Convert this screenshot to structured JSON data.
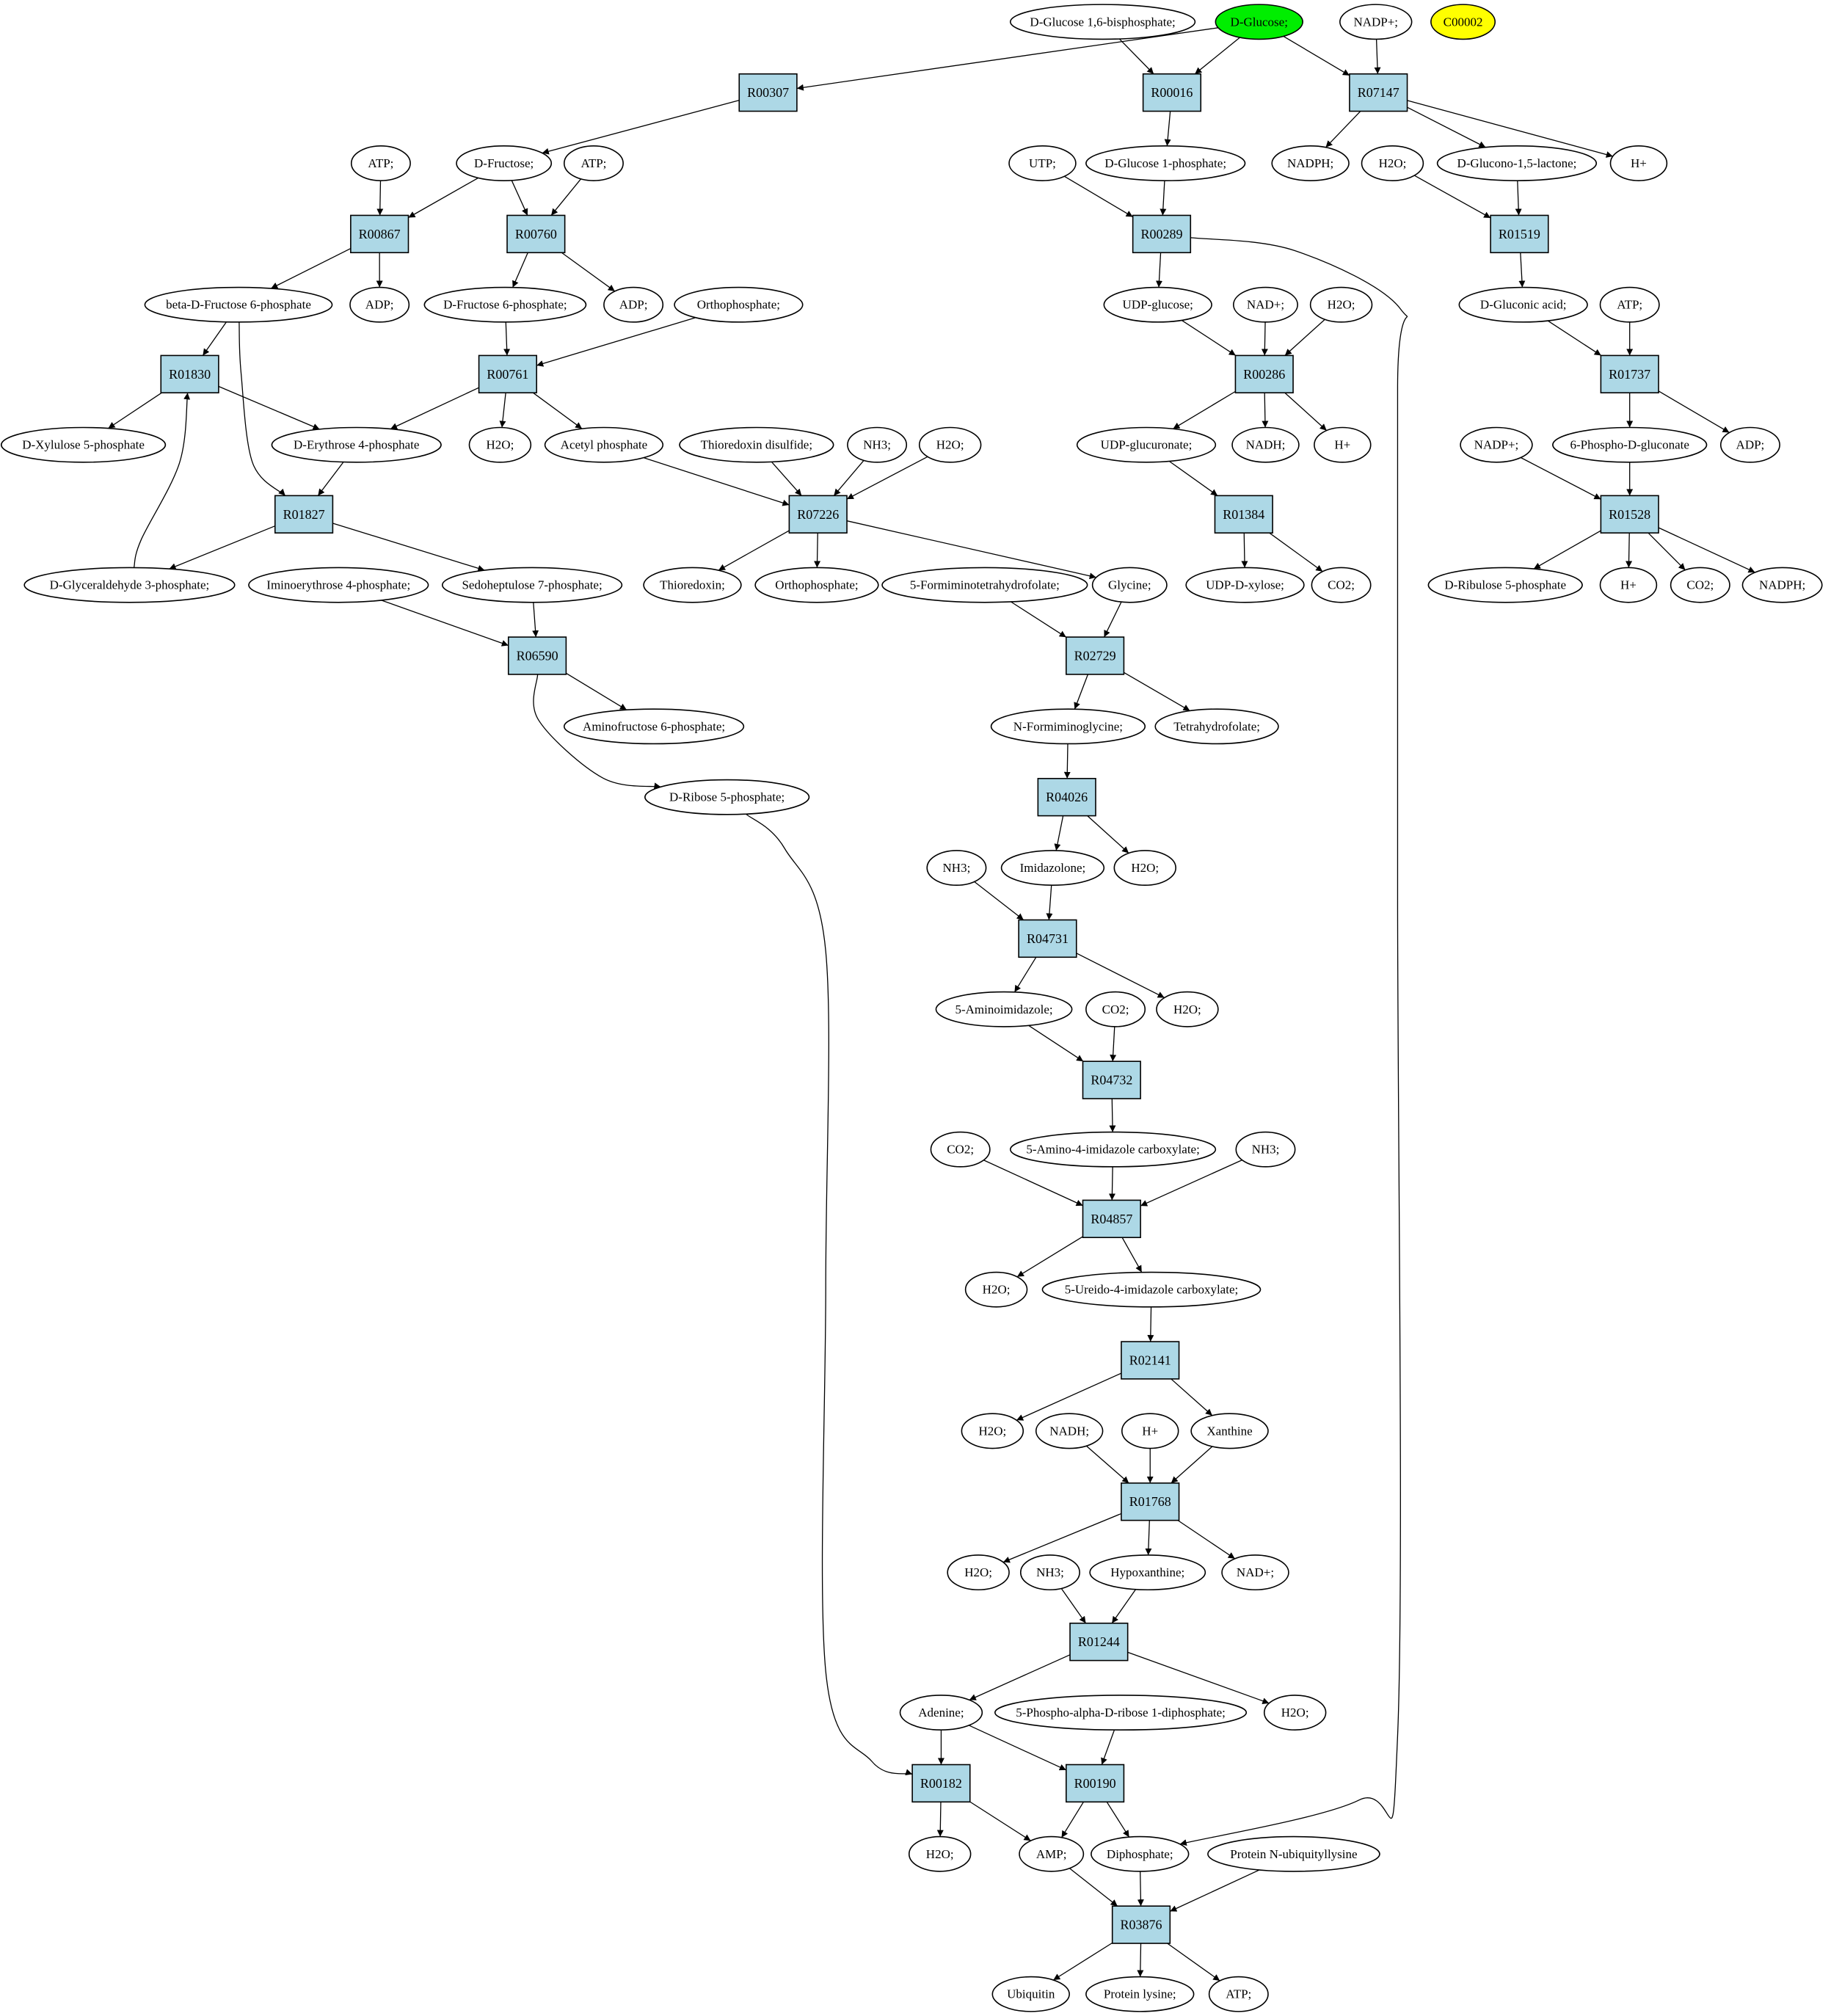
{
  "colors": {
    "reaction_fill": "#add8e6",
    "compound_fill": "#ffffff",
    "start_fill": "#00ee00",
    "highlight_fill": "#ffff00",
    "stroke": "#000000"
  },
  "nodes": [
    {
      "id": "glc16bp",
      "label": "D-Glucose 1,6-bisphosphate;",
      "type": "compound"
    },
    {
      "id": "glc",
      "label": "D-Glucose;",
      "type": "compound",
      "fill": "start_fill"
    },
    {
      "id": "nadp_top",
      "label": "NADP+;",
      "type": "compound"
    },
    {
      "id": "c00002",
      "label": "C00002",
      "type": "compound",
      "fill": "highlight_fill"
    },
    {
      "id": "R00307",
      "label": "R00307",
      "type": "reaction"
    },
    {
      "id": "R00016",
      "label": "R00016",
      "type": "reaction"
    },
    {
      "id": "R07147",
      "label": "R07147",
      "type": "reaction"
    },
    {
      "id": "atp1",
      "label": "ATP;",
      "type": "compound"
    },
    {
      "id": "fru",
      "label": "D-Fructose;",
      "type": "compound"
    },
    {
      "id": "atp2",
      "label": "ATP;",
      "type": "compound"
    },
    {
      "id": "utp",
      "label": "UTP;",
      "type": "compound"
    },
    {
      "id": "g1p",
      "label": "D-Glucose 1-phosphate;",
      "type": "compound"
    },
    {
      "id": "nadph1",
      "label": "NADPH;",
      "type": "compound"
    },
    {
      "id": "h2o_a",
      "label": "H2O;",
      "type": "compound"
    },
    {
      "id": "glcl",
      "label": "D-Glucono-1,5-lactone;",
      "type": "compound"
    },
    {
      "id": "hplus1",
      "label": "H+",
      "type": "compound"
    },
    {
      "id": "R00867",
      "label": "R00867",
      "type": "reaction"
    },
    {
      "id": "R00760",
      "label": "R00760",
      "type": "reaction"
    },
    {
      "id": "R00289",
      "label": "R00289",
      "type": "reaction"
    },
    {
      "id": "R01519",
      "label": "R01519",
      "type": "reaction"
    },
    {
      "id": "bf6p",
      "label": "beta-D-Fructose 6-phosphate",
      "type": "compound"
    },
    {
      "id": "adp1",
      "label": "ADP;",
      "type": "compound"
    },
    {
      "id": "f6p",
      "label": "D-Fructose 6-phosphate;",
      "type": "compound"
    },
    {
      "id": "adp2",
      "label": "ADP;",
      "type": "compound"
    },
    {
      "id": "pi1",
      "label": "Orthophosphate;",
      "type": "compound"
    },
    {
      "id": "udpg",
      "label": "UDP-glucose;",
      "type": "compound"
    },
    {
      "id": "nad1",
      "label": "NAD+;",
      "type": "compound"
    },
    {
      "id": "h2o_b",
      "label": "H2O;",
      "type": "compound"
    },
    {
      "id": "gluc",
      "label": "D-Gluconic acid;",
      "type": "compound"
    },
    {
      "id": "atp3",
      "label": "ATP;",
      "type": "compound"
    },
    {
      "id": "R01830",
      "label": "R01830",
      "type": "reaction"
    },
    {
      "id": "R00761",
      "label": "R00761",
      "type": "reaction"
    },
    {
      "id": "R00286",
      "label": "R00286",
      "type": "reaction"
    },
    {
      "id": "R01737",
      "label": "R01737",
      "type": "reaction"
    },
    {
      "id": "xu5p",
      "label": "D-Xylulose 5-phosphate",
      "type": "compound"
    },
    {
      "id": "e4p",
      "label": "D-Erythrose 4-phosphate",
      "type": "compound"
    },
    {
      "id": "h2o_c",
      "label": "H2O;",
      "type": "compound"
    },
    {
      "id": "acp",
      "label": "Acetyl phosphate",
      "type": "compound"
    },
    {
      "id": "trxss",
      "label": "Thioredoxin disulfide;",
      "type": "compound"
    },
    {
      "id": "nh3_a",
      "label": "NH3;",
      "type": "compound"
    },
    {
      "id": "h2o_d",
      "label": "H2O;",
      "type": "compound"
    },
    {
      "id": "udpgluc",
      "label": "UDP-glucuronate;",
      "type": "compound"
    },
    {
      "id": "nadh1",
      "label": "NADH;",
      "type": "compound"
    },
    {
      "id": "hplus2",
      "label": "H+",
      "type": "compound"
    },
    {
      "id": "nadp2",
      "label": "NADP+;",
      "type": "compound"
    },
    {
      "id": "pg6",
      "label": "6-Phospho-D-gluconate",
      "type": "compound"
    },
    {
      "id": "adp3",
      "label": "ADP;",
      "type": "compound"
    },
    {
      "id": "R01827",
      "label": "R01827",
      "type": "reaction"
    },
    {
      "id": "R07226",
      "label": "R07226",
      "type": "reaction"
    },
    {
      "id": "R01384",
      "label": "R01384",
      "type": "reaction"
    },
    {
      "id": "R01528",
      "label": "R01528",
      "type": "reaction"
    },
    {
      "id": "gap",
      "label": "D-Glyceraldehyde 3-phosphate;",
      "type": "compound"
    },
    {
      "id": "iminoe",
      "label": "Iminoerythrose 4-phosphate;",
      "type": "compound"
    },
    {
      "id": "s7p",
      "label": "Sedoheptulose 7-phosphate;",
      "type": "compound"
    },
    {
      "id": "trx",
      "label": "Thioredoxin;",
      "type": "compound"
    },
    {
      "id": "pi2",
      "label": "Orthophosphate;",
      "type": "compound"
    },
    {
      "id": "fthf",
      "label": "5-Formiminotetrahydrofolate;",
      "type": "compound"
    },
    {
      "id": "gly",
      "label": "Glycine;",
      "type": "compound"
    },
    {
      "id": "udpxyl",
      "label": "UDP-D-xylose;",
      "type": "compound"
    },
    {
      "id": "co2_a",
      "label": "CO2;",
      "type": "compound"
    },
    {
      "id": "ru5p",
      "label": "D-Ribulose 5-phosphate",
      "type": "compound"
    },
    {
      "id": "hplus3",
      "label": "H+",
      "type": "compound"
    },
    {
      "id": "co2_b",
      "label": "CO2;",
      "type": "compound"
    },
    {
      "id": "nadph2",
      "label": "NADPH;",
      "type": "compound"
    },
    {
      "id": "R06590",
      "label": "R06590",
      "type": "reaction"
    },
    {
      "id": "R02729",
      "label": "R02729",
      "type": "reaction"
    },
    {
      "id": "af6p",
      "label": "Aminofructose 6-phosphate;",
      "type": "compound"
    },
    {
      "id": "fgly",
      "label": "N-Formiminoglycine;",
      "type": "compound"
    },
    {
      "id": "thf",
      "label": "Tetrahydrofolate;",
      "type": "compound"
    },
    {
      "id": "r5p",
      "label": "D-Ribose 5-phosphate;",
      "type": "compound"
    },
    {
      "id": "R04026",
      "label": "R04026",
      "type": "reaction"
    },
    {
      "id": "nh3_b",
      "label": "NH3;",
      "type": "compound"
    },
    {
      "id": "imid",
      "label": "Imidazolone;",
      "type": "compound"
    },
    {
      "id": "h2o_e",
      "label": "H2O;",
      "type": "compound"
    },
    {
      "id": "R04731",
      "label": "R04731",
      "type": "reaction"
    },
    {
      "id": "aimid",
      "label": "5-Aminoimidazole;",
      "type": "compound"
    },
    {
      "id": "co2_c",
      "label": "CO2;",
      "type": "compound"
    },
    {
      "id": "h2o_f",
      "label": "H2O;",
      "type": "compound"
    },
    {
      "id": "R04732",
      "label": "R04732",
      "type": "reaction"
    },
    {
      "id": "co2_d",
      "label": "CO2;",
      "type": "compound"
    },
    {
      "id": "aic",
      "label": "5-Amino-4-imidazole carboxylate;",
      "type": "compound"
    },
    {
      "id": "nh3_c",
      "label": "NH3;",
      "type": "compound"
    },
    {
      "id": "R04857",
      "label": "R04857",
      "type": "reaction"
    },
    {
      "id": "h2o_g",
      "label": "H2O;",
      "type": "compound"
    },
    {
      "id": "uic",
      "label": "5-Ureido-4-imidazole carboxylate;",
      "type": "compound"
    },
    {
      "id": "R02141",
      "label": "R02141",
      "type": "reaction"
    },
    {
      "id": "h2o_h",
      "label": "H2O;",
      "type": "compound"
    },
    {
      "id": "nadh2",
      "label": "NADH;",
      "type": "compound"
    },
    {
      "id": "hplus4",
      "label": "H+",
      "type": "compound"
    },
    {
      "id": "xan",
      "label": "Xanthine",
      "type": "compound"
    },
    {
      "id": "R01768",
      "label": "R01768",
      "type": "reaction"
    },
    {
      "id": "h2o_i",
      "label": "H2O;",
      "type": "compound"
    },
    {
      "id": "nh3_d",
      "label": "NH3;",
      "type": "compound"
    },
    {
      "id": "hyp",
      "label": "Hypoxanthine;",
      "type": "compound"
    },
    {
      "id": "nad2",
      "label": "NAD+;",
      "type": "compound"
    },
    {
      "id": "R01244",
      "label": "R01244",
      "type": "reaction"
    },
    {
      "id": "ade",
      "label": "Adenine;",
      "type": "compound"
    },
    {
      "id": "prpp",
      "label": "5-Phospho-alpha-D-ribose 1-diphosphate;",
      "type": "compound"
    },
    {
      "id": "h2o_j",
      "label": "H2O;",
      "type": "compound"
    },
    {
      "id": "R00182",
      "label": "R00182",
      "type": "reaction"
    },
    {
      "id": "R00190",
      "label": "R00190",
      "type": "reaction"
    },
    {
      "id": "h2o_k",
      "label": "H2O;",
      "type": "compound"
    },
    {
      "id": "amp",
      "label": "AMP;",
      "type": "compound"
    },
    {
      "id": "ppi",
      "label": "Diphosphate;",
      "type": "compound"
    },
    {
      "id": "pnub",
      "label": "Protein N-ubiquityllysine",
      "type": "compound"
    },
    {
      "id": "R03876",
      "label": "R03876",
      "type": "reaction"
    },
    {
      "id": "ubq",
      "label": "Ubiquitin",
      "type": "compound"
    },
    {
      "id": "plys",
      "label": "Protein lysine;",
      "type": "compound"
    },
    {
      "id": "atp4",
      "label": "ATP;",
      "type": "compound"
    }
  ],
  "edges": [
    [
      "glc",
      "R00307"
    ],
    [
      "glc16bp",
      "R00016"
    ],
    [
      "glc",
      "R00016"
    ],
    [
      "glc",
      "R07147"
    ],
    [
      "nadp_top",
      "R07147"
    ],
    [
      "R00307",
      "fru"
    ],
    [
      "R00016",
      "g1p"
    ],
    [
      "R07147",
      "nadph1"
    ],
    [
      "R07147",
      "glcl"
    ],
    [
      "R07147",
      "hplus1"
    ],
    [
      "atp1",
      "R00867"
    ],
    [
      "fru",
      "R00867"
    ],
    [
      "fru",
      "R00760"
    ],
    [
      "atp2",
      "R00760"
    ],
    [
      "utp",
      "R00289"
    ],
    [
      "g1p",
      "R00289"
    ],
    [
      "h2o_a",
      "R01519"
    ],
    [
      "glcl",
      "R01519"
    ],
    [
      "R00867",
      "bf6p"
    ],
    [
      "R00867",
      "adp1"
    ],
    [
      "R00760",
      "f6p"
    ],
    [
      "R00760",
      "adp2"
    ],
    [
      "R00289",
      "udpg"
    ],
    [
      "R00289",
      "ppi"
    ],
    [
      "R01519",
      "gluc"
    ],
    [
      "bf6p",
      "R01830"
    ],
    [
      "bf6p",
      "R01827"
    ],
    [
      "f6p",
      "R00761"
    ],
    [
      "pi1",
      "R00761"
    ],
    [
      "udpg",
      "R00286"
    ],
    [
      "nad1",
      "R00286"
    ],
    [
      "h2o_b",
      "R00286"
    ],
    [
      "gluc",
      "R01737"
    ],
    [
      "atp3",
      "R01737"
    ],
    [
      "R01830",
      "xu5p"
    ],
    [
      "R01830",
      "e4p"
    ],
    [
      "R00761",
      "e4p"
    ],
    [
      "R00761",
      "h2o_c"
    ],
    [
      "R00761",
      "acp"
    ],
    [
      "R00286",
      "udpgluc"
    ],
    [
      "R00286",
      "nadh1"
    ],
    [
      "R00286",
      "hplus2"
    ],
    [
      "R01737",
      "pg6"
    ],
    [
      "R01737",
      "adp3"
    ],
    [
      "e4p",
      "R01827"
    ],
    [
      "acp",
      "R07226"
    ],
    [
      "trxss",
      "R07226"
    ],
    [
      "nh3_a",
      "R07226"
    ],
    [
      "h2o_d",
      "R07226"
    ],
    [
      "udpgluc",
      "R01384"
    ],
    [
      "nadp2",
      "R01528"
    ],
    [
      "pg6",
      "R01528"
    ],
    [
      "R01827",
      "gap"
    ],
    [
      "R01827",
      "s7p"
    ],
    [
      "gap",
      "R01830"
    ],
    [
      "R07226",
      "trx"
    ],
    [
      "R07226",
      "pi2"
    ],
    [
      "R07226",
      "gly"
    ],
    [
      "R01384",
      "udpxyl"
    ],
    [
      "R01384",
      "co2_a"
    ],
    [
      "R01528",
      "ru5p"
    ],
    [
      "R01528",
      "hplus3"
    ],
    [
      "R01528",
      "co2_b"
    ],
    [
      "R01528",
      "nadph2"
    ],
    [
      "iminoe",
      "R06590"
    ],
    [
      "s7p",
      "R06590"
    ],
    [
      "fthf",
      "R02729"
    ],
    [
      "gly",
      "R02729"
    ],
    [
      "R06590",
      "af6p"
    ],
    [
      "R06590",
      "r5p"
    ],
    [
      "R02729",
      "fgly"
    ],
    [
      "R02729",
      "thf"
    ],
    [
      "fgly",
      "R04026"
    ],
    [
      "R04026",
      "imid"
    ],
    [
      "R04026",
      "h2o_e"
    ],
    [
      "nh3_b",
      "R04731"
    ],
    [
      "imid",
      "R04731"
    ],
    [
      "R04731",
      "aimid"
    ],
    [
      "R04731",
      "h2o_f"
    ],
    [
      "aimid",
      "R04732"
    ],
    [
      "co2_c",
      "R04732"
    ],
    [
      "R04732",
      "aic"
    ],
    [
      "co2_d",
      "R04857"
    ],
    [
      "aic",
      "R04857"
    ],
    [
      "nh3_c",
      "R04857"
    ],
    [
      "R04857",
      "h2o_g"
    ],
    [
      "R04857",
      "uic"
    ],
    [
      "uic",
      "R02141"
    ],
    [
      "R02141",
      "h2o_h"
    ],
    [
      "R02141",
      "xan"
    ],
    [
      "nadh2",
      "R01768"
    ],
    [
      "hplus4",
      "R01768"
    ],
    [
      "xan",
      "R01768"
    ],
    [
      "R01768",
      "h2o_i"
    ],
    [
      "R01768",
      "hyp"
    ],
    [
      "R01768",
      "nad2"
    ],
    [
      "nh3_d",
      "R01244"
    ],
    [
      "hyp",
      "R01244"
    ],
    [
      "R01244",
      "ade"
    ],
    [
      "R01244",
      "h2o_j"
    ],
    [
      "r5p",
      "R00182"
    ],
    [
      "ade",
      "R00182"
    ],
    [
      "ade",
      "R00190"
    ],
    [
      "prpp",
      "R00190"
    ],
    [
      "R00182",
      "h2o_k"
    ],
    [
      "R00182",
      "amp"
    ],
    [
      "R00190",
      "amp"
    ],
    [
      "R00190",
      "ppi"
    ],
    [
      "amp",
      "R03876"
    ],
    [
      "ppi",
      "R03876"
    ],
    [
      "pnub",
      "R03876"
    ],
    [
      "R03876",
      "ubq"
    ],
    [
      "R03876",
      "plys"
    ],
    [
      "R03876",
      "atp4"
    ]
  ]
}
